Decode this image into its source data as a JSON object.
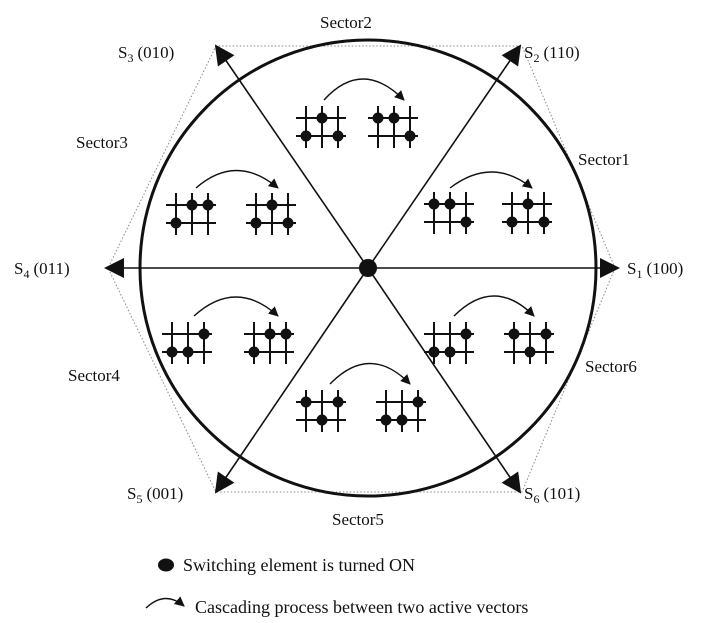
{
  "colors": {
    "stroke": "#111111",
    "hexagon": "#8a8a8a",
    "background": "#ffffff"
  },
  "vectors": [
    {
      "id": "s1",
      "letter": "S",
      "sub": "1",
      "code": "(100)"
    },
    {
      "id": "s2",
      "letter": "S",
      "sub": "2",
      "code": "(110)"
    },
    {
      "id": "s3",
      "letter": "S",
      "sub": "3",
      "code": "(010)"
    },
    {
      "id": "s4",
      "letter": "S",
      "sub": "4",
      "code": "(011)"
    },
    {
      "id": "s5",
      "letter": "S",
      "sub": "5",
      "code": "(001)"
    },
    {
      "id": "s6",
      "letter": "S",
      "sub": "6",
      "code": "(101)"
    }
  ],
  "sectors": [
    {
      "id": "sector1",
      "label": "Sector1"
    },
    {
      "id": "sector2",
      "label": "Sector2"
    },
    {
      "id": "sector3",
      "label": "Sector3"
    },
    {
      "id": "sector4",
      "label": "Sector4"
    },
    {
      "id": "sector5",
      "label": "Sector5"
    },
    {
      "id": "sector6",
      "label": "Sector6"
    }
  ],
  "switch_states": {
    "sector1": {
      "left": [
        "LTU",
        "LTU",
        "LTD"
      ],
      "right": [
        "LTD",
        "LTU",
        "LTD"
      ]
    },
    "sector2": {
      "left": [
        "LTD",
        "LTU",
        "LTD"
      ],
      "right": [
        "LTU",
        "LTU",
        "LTD"
      ]
    },
    "sector3": {
      "left": [
        "LTD",
        "LTU",
        "LTU"
      ],
      "right": [
        "LTD",
        "LTU",
        "LTD"
      ]
    },
    "sector4": {
      "left": [
        "LTD",
        "LTD",
        "LTU"
      ],
      "right": [
        "LTD",
        "LTU",
        "LTU"
      ]
    },
    "sector5": {
      "left": [
        "LTU",
        "LTD",
        "LTU"
      ],
      "right": [
        "LTD",
        "LTD",
        "LTU"
      ]
    },
    "sector6": {
      "left": [
        "LTD",
        "LTD",
        "LTU"
      ],
      "right": [
        "LTU",
        "LTD",
        "LTU"
      ]
    }
  },
  "legend": {
    "on_text": "Switching element is turned ON",
    "cascade_text": "Cascading process between two active vectors"
  }
}
